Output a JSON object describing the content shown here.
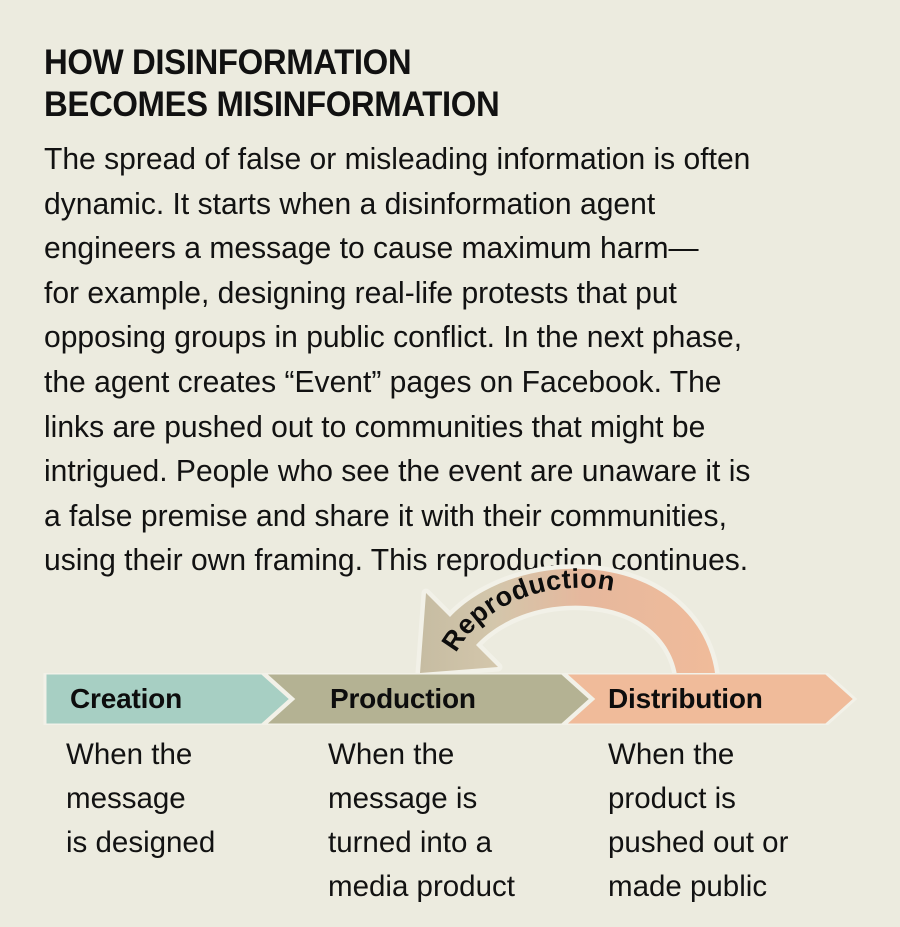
{
  "meta": {
    "background_color": "#ecebdf",
    "text_color": "#121212"
  },
  "title": {
    "lines": [
      "HOW DISINFORMATION",
      "BECOMES MISINFORMATION"
    ]
  },
  "body": {
    "lines": [
      "The spread of false or misleading information is often",
      "dynamic. It starts when a disinformation agent",
      "engineers a message to cause maximum harm—",
      "for example, designing real-life protests that put",
      "opposing groups in public conflict. In the next phase,",
      "the agent creates “Event” pages on Facebook. The",
      "links are pushed out to communities that might be",
      "intrigued. People who see the event are unaware it is",
      "a false premise and share it with their communities,",
      "using their own framing. This reproduction continues."
    ],
    "full_text": "The spread of false or misleading information is often dynamic. It starts when a disinformation agent engineers a message to cause maximum harm—for example, designing real-life protests that put opposing groups in public conflict. In the next phase, the agent creates “Event” pages on Facebook. The links are pushed out to communities that might be intrigued. People who see the event are unaware it is a false premise and share it with their communities, using their own framing. This reproduction continues."
  },
  "diagram": {
    "loop_arrow": {
      "label": "Reproduction",
      "direction": "right-to-left",
      "from_stage": "Distribution",
      "to_stage": "Production",
      "start_color": "#eebb9b",
      "end_color": "#c9c0a7"
    },
    "stages": [
      {
        "label": "Creation",
        "color": "#a7cfc3",
        "description_lines": [
          "When the",
          "message",
          "is designed"
        ],
        "description": "When the message is designed"
      },
      {
        "label": "Production",
        "color": "#b4b293",
        "description_lines": [
          "When the",
          "message is",
          "turned into a",
          "media product"
        ],
        "description": "When the message is turned into a media product"
      },
      {
        "label": "Distribution",
        "color": "#f0bb9a",
        "description_lines": [
          "When the",
          "product is",
          "pushed out or",
          "made public"
        ],
        "description": "When the product is pushed out or made public"
      }
    ]
  }
}
